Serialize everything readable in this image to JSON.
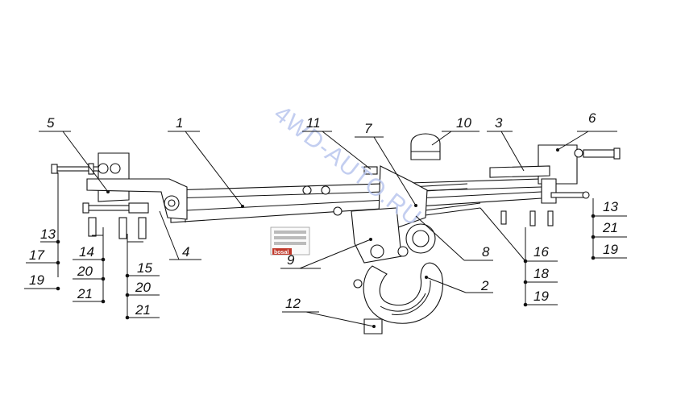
{
  "watermark": "4WD-AUTO.RU",
  "plate_brand": "bosal",
  "labels": {
    "p1": "1",
    "p2": "2",
    "p3": "3",
    "p4": "4",
    "p5": "5",
    "p6": "6",
    "p7": "7",
    "p8": "8",
    "p9": "9",
    "p10": "10",
    "p11": "11",
    "p12": "12",
    "left_stack_a": [
      "13",
      "17",
      "19"
    ],
    "left_stack_b": [
      "14",
      "20",
      "21"
    ],
    "left_stack_c": [
      "15",
      "20",
      "21"
    ],
    "right_stack_a": [
      "13",
      "21",
      "19"
    ],
    "right_stack_b": [
      "16",
      "18",
      "19"
    ]
  },
  "colors": {
    "ink": "#111111",
    "watermark": "#b9c6ee",
    "plate_red": "#c0392b"
  }
}
